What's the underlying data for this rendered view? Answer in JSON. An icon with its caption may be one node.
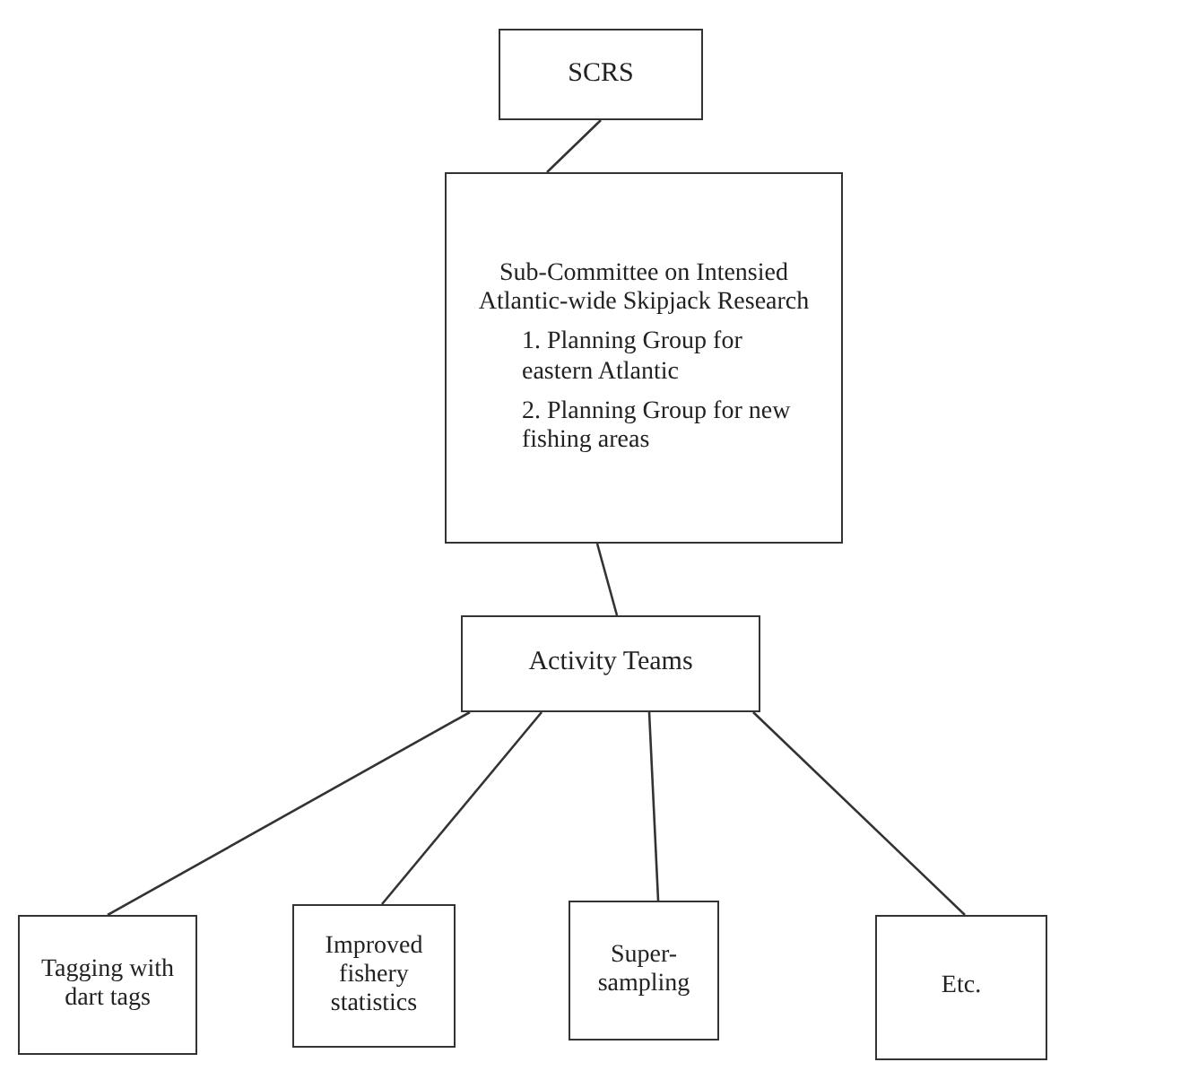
{
  "diagram": {
    "nodes": [
      {
        "text": [
          "SCRS"
        ]
      },
      {
        "text": [
          "Sub-Committee on Intensied Atlantic-wide Skipjack Research",
          "1. Planning Group for eastern Atlantic",
          "2. Planning Group for new fishing areas"
        ]
      },
      {
        "text": [
          "Activity Teams"
        ]
      },
      {
        "text": [
          "Tagging with dart tags"
        ]
      },
      {
        "text": [
          "Improved fishery statistics"
        ]
      },
      {
        "text": [
          "Super-sampling"
        ]
      },
      {
        "text": [
          "Etc."
        ]
      }
    ],
    "edges": [
      {
        "from": 0,
        "to": 1,
        "arrow": "none"
      },
      {
        "from": 1,
        "to": 2,
        "arrow": "none"
      },
      {
        "from": 2,
        "to": 3,
        "arrow": "none"
      },
      {
        "from": 2,
        "to": 4,
        "arrow": "none"
      },
      {
        "from": 2,
        "to": 5,
        "arrow": "none"
      },
      {
        "from": 2,
        "to": 6,
        "arrow": "none"
      }
    ]
  }
}
